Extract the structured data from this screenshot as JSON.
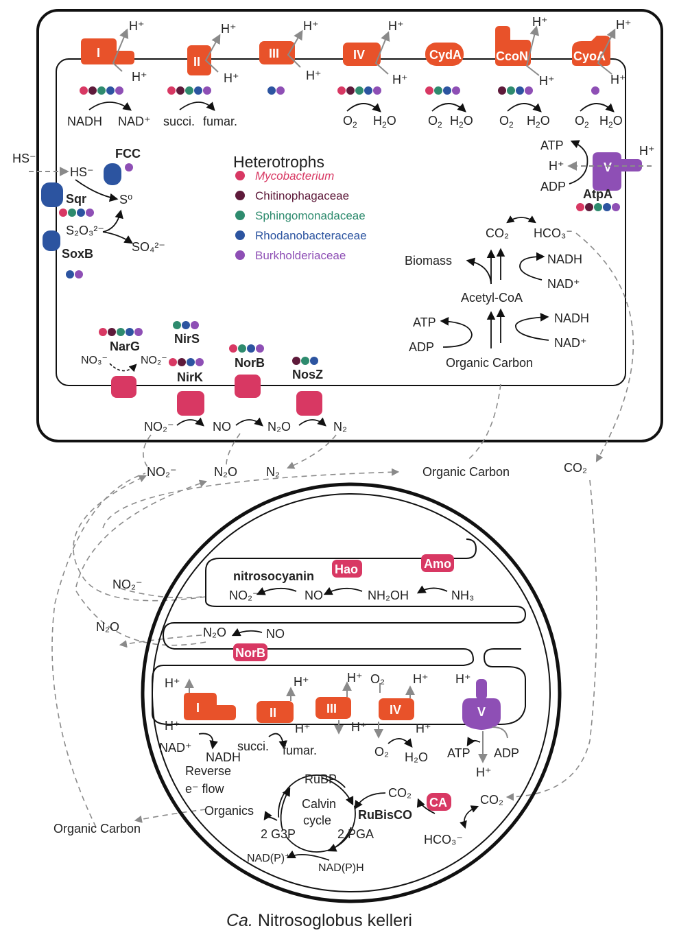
{
  "colors": {
    "orange": "#E8522A",
    "pink": "#D83863",
    "blue": "#2C54A0",
    "purple": "#8E4FB5",
    "arrow_gray": "#8a8a8a",
    "outline": "#111111"
  },
  "heterotroph": {
    "complexes": {
      "c1": "I",
      "c2": "II",
      "c3": "III",
      "c4": "IV",
      "cyda": "CydA",
      "ccon": "CcoN",
      "cyoa": "CyoA",
      "v": "V"
    },
    "proton": "H⁺",
    "rxn": {
      "nadh": "NADH",
      "nad": "NAD⁺",
      "succi": "succi.",
      "fumar": "fumar.",
      "o2": "O",
      "h2o": "H",
      "o2_sub": "2",
      "h2o_sub": "2",
      "h2o_tail": "O"
    },
    "sulfur": {
      "hs_out": "HS⁻",
      "hs_in": "HS⁻",
      "fcc": "FCC",
      "sqr": "Sqr",
      "s0": "S⁰",
      "s2o3": "S₂O₃²⁻",
      "so4": "SO₄²⁻",
      "soxb": "SoxB"
    },
    "atp_side": {
      "atp": "ATP",
      "hplus": "H⁺",
      "adp": "ADP",
      "atpa": "AtpA",
      "co2": "CO₂",
      "hco3": "HCO₃⁻",
      "biomass": "Biomass",
      "nadh1": "NADH",
      "nad1": "NAD⁺",
      "acetyl": "Acetyl-CoA",
      "atp2": "ATP",
      "adp2": "ADP",
      "nadh2": "NADH",
      "nad2": "NAD⁺",
      "organic": "Organic Carbon"
    },
    "nitrogen": {
      "narg": "NarG",
      "nirs": "NirS",
      "nirk": "NirK",
      "norb": "NorB",
      "nosz": "NosZ",
      "no3": "NO₃⁻",
      "no2_in": "NO₂⁻",
      "no2_out": "NO₂⁻",
      "no": "NO",
      "n2o": "N₂O",
      "n2": "N₂"
    }
  },
  "legend": {
    "title": "Heterotrophs",
    "items": [
      {
        "name": "Mycobacterium",
        "italic": true,
        "color": "#D83863"
      },
      {
        "name": "Chitinophagaceae",
        "italic": false,
        "color": "#5E1A3A"
      },
      {
        "name": "Sphingomonadaceae",
        "italic": false,
        "color": "#2E8B6E"
      },
      {
        "name": "Rhodanobacteraceae",
        "italic": false,
        "color": "#2C54A0"
      },
      {
        "name": "Burkholderiaceae",
        "italic": false,
        "color": "#8E4FB5"
      }
    ]
  },
  "between": {
    "no2": "NO₂⁻",
    "n2o": "N₂O",
    "n2": "N₂",
    "organic": "Organic Carbon",
    "co2": "CO₂"
  },
  "archaeon": {
    "caption_italic": "Ca.",
    "caption_rest": " Nitrosoglobus kelleri",
    "nitrosocyanin": "nitrosocyanin",
    "hao": "Hao",
    "amo": "Amo",
    "norb": "NorB",
    "no2": "NO₂⁻",
    "no": "NO",
    "nh2oh": "NH₂OH",
    "nh3": "NH₃",
    "n2o": "N₂O",
    "no_b": "NO",
    "left_no2": "NO₂⁻",
    "left_n2o": "N₂O",
    "left_organic": "Organic Carbon",
    "complexes": {
      "c1": "I",
      "c2": "II",
      "c3": "III",
      "c4": "IV",
      "v": "V"
    },
    "proton": "H⁺",
    "o2": "O₂",
    "h2o": "H₂O",
    "o2_b": "O₂",
    "nad": "NAD⁺",
    "nadh": "NADH",
    "succi": "succi.",
    "fumar": "fumar.",
    "atp": "ATP",
    "adp": "ADP",
    "reverse1": "Reverse",
    "reverse2": "e⁻ flow",
    "rubp": "RuBP",
    "calvin1": "Calvin",
    "calvin2": "cycle",
    "co2": "CO₂",
    "ca": "CA",
    "rubisco": "RuBisCO",
    "organics": "Organics",
    "g3p": "2 G3P",
    "pga": "2 PGA",
    "nadp": "NAD(P)⁺",
    "nadph": "NAD(P)H",
    "co2_b": "CO₂",
    "hco3": "HCO₃⁻"
  }
}
